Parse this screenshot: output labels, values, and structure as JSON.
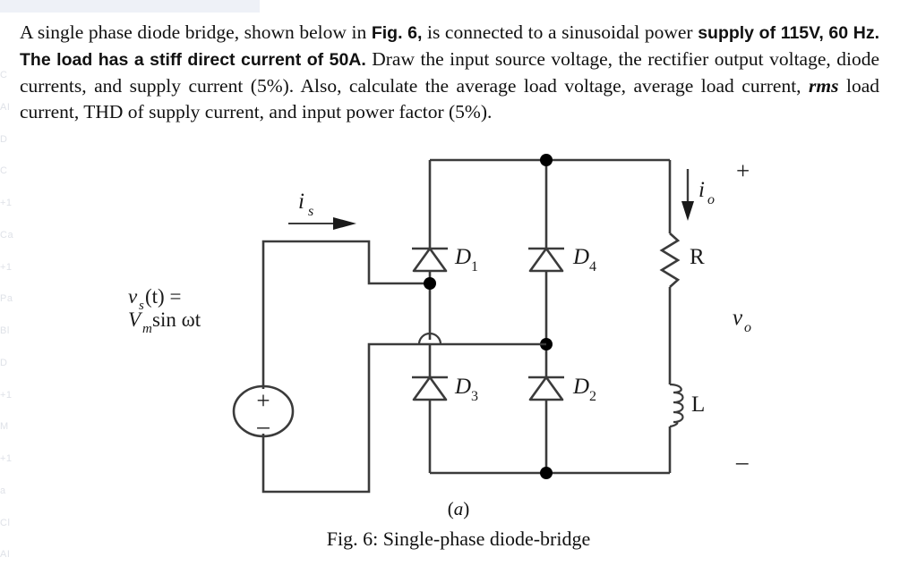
{
  "statement": {
    "line1_a": "A single phase diode bridge, shown below in ",
    "line1_b": "Fig. 6,",
    "line1_c": " is connected to a sinusoidal power ",
    "line2": "supply of 115V, 60 Hz. The load has a stiff direct current of 50A.",
    "line3_a": " Draw the input source voltage, the rectifier output voltage, diode currents, and supply current (5%). Also, calculate the average load voltage, average load current, ",
    "rms": "rms",
    "line3_b": " load current, THD of supply current, and input power factor (5%)."
  },
  "figure": {
    "source": {
      "label_line1": "vs(t) =",
      "label_line1_main": "v",
      "label_line1_sub": "s",
      "label_line1_rest": "(t) =",
      "label_line2_main": "V",
      "label_line2_sub": "m",
      "label_line2_rest": "sin ωt",
      "plus": "+",
      "minus": "–"
    },
    "supply_current": {
      "symbol": "i",
      "subscript": "s"
    },
    "output_current": {
      "symbol": "i",
      "subscript": "o"
    },
    "output_voltage": {
      "symbol": "v",
      "subscript": "o",
      "plus": "+",
      "minus": "–"
    },
    "diodes": [
      {
        "name": "D",
        "subscript": "1"
      },
      {
        "name": "D",
        "subscript": "4"
      },
      {
        "name": "D",
        "subscript": "3"
      },
      {
        "name": "D",
        "subscript": "2"
      }
    ],
    "load": {
      "resistor": "R",
      "inductor": "L"
    },
    "caption_sub": "(a)",
    "caption": "Fig. 6: Single-phase diode-bridge"
  },
  "colors": {
    "ink": "#111111",
    "wire": "#3b3b3b",
    "node": "#000000",
    "page": "#ffffff"
  },
  "ghost_marks": [
    "C",
    "AI",
    "D",
    "C",
    "+1",
    "Ca",
    "+1",
    "Pa",
    "Bl",
    "D",
    "+1",
    "M",
    "+1",
    "a",
    "Cl",
    "AI"
  ]
}
